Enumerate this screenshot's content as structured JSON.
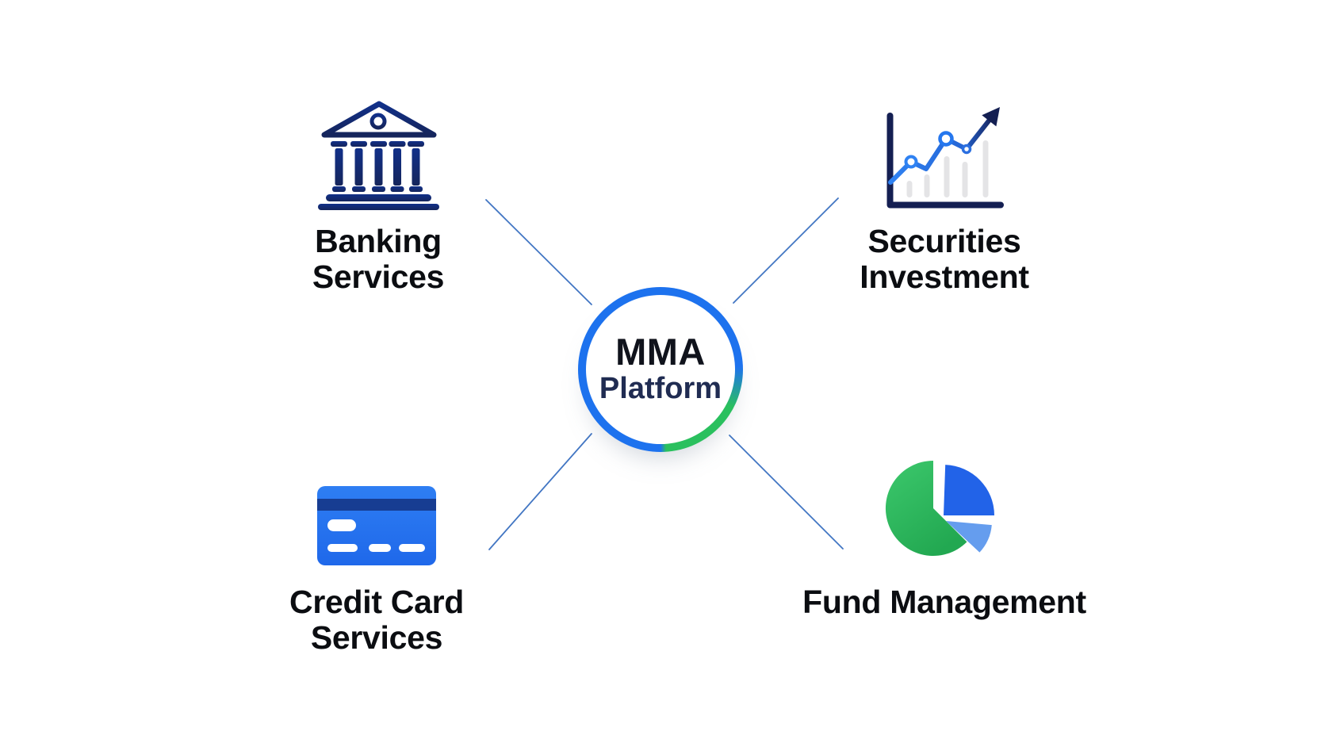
{
  "hub": {
    "title": "MMA",
    "subtitle": "Platform",
    "ring_blue": "#1d72ee",
    "ring_green": "#2ac05e"
  },
  "nodes": [
    {
      "id": "banking-services",
      "label": "Banking Services",
      "icon": "bank-building-icon",
      "accent": "#142d75"
    },
    {
      "id": "securities-investment",
      "label": "Securities Investment",
      "icon": "growth-chart-icon",
      "accent": "#2f82f2"
    },
    {
      "id": "credit-card-services",
      "label": "Credit Card Services",
      "icon": "credit-card-icon",
      "accent": "#2373f2"
    },
    {
      "id": "fund-management",
      "label": "Fund Management",
      "icon": "pie-chart-icon",
      "accent": "#2bbb5d"
    }
  ],
  "connector_color": "#4276c3",
  "background_color": "#ffffff",
  "label_color": "#0b0d11"
}
